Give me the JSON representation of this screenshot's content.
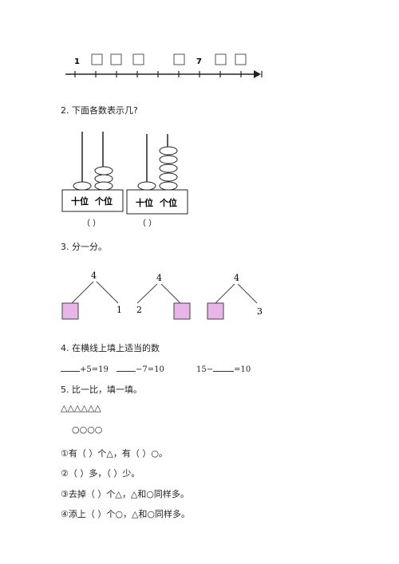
{
  "q1": {
    "number_line_labels": [
      "1",
      "7"
    ]
  },
  "q2": {
    "title": "2. 下面各数表示几?",
    "abacus1": {
      "label_tens": "十位",
      "label_ones": "个位",
      "tens_beads": 1,
      "ones_beads": 3,
      "answer": "（      ）"
    },
    "abacus2": {
      "label_tens": "十位",
      "label_ones": "个位",
      "tens_beads": 1,
      "ones_beads": 5,
      "answer": "（      ）"
    }
  },
  "q3": {
    "title": "3. 分一分。",
    "trees": [
      {
        "top": "4",
        "left": "",
        "right": "1"
      },
      {
        "top": "4",
        "left": "2",
        "right": ""
      },
      {
        "top": "4",
        "left": "",
        "right": "3"
      }
    ],
    "box_color": "#e8b5e8"
  },
  "q4": {
    "title": "4. 在横线上填上适当的数",
    "eq1_suffix": "+5=19",
    "eq2_suffix": "−7=10",
    "eq3_prefix": "15−",
    "eq3_suffix": "=10"
  },
  "q5": {
    "title": "5. 比一比，填一填。",
    "triangles": "△△△△△△",
    "circles": "○○○○",
    "line1": "①有（        ）个△，有（        ）○。",
    "line2": "②（        ）多，（        ）少。",
    "line3": "③去掉（        ）个△，△和○同样多。",
    "line4": "④添上（        ）个○，△和○同样多。"
  }
}
